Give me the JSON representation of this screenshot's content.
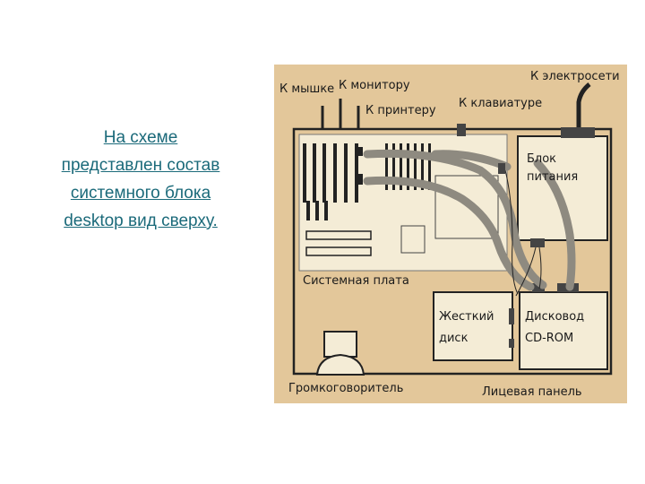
{
  "caption": {
    "line1": "На схеме",
    "line2": "представлен состав",
    "line3": "системного блока",
    "line4": "desktop вид сверху."
  },
  "diagram": {
    "labels": {
      "mouse": "К мышке",
      "monitor": "К монитору",
      "printer": "К принтеру",
      "keyboard": "К клавиатуре",
      "power_outlet": "К электросети",
      "psu_line1": "Блок",
      "psu_line2": "питания",
      "motherboard": "Системная плата",
      "hdd_line1": "Жесткий",
      "hdd_line2": "диск",
      "cdrom_line1": "Дисковод",
      "cdrom_line2": "CD-ROM",
      "speaker": "Громкоговоритель",
      "front_panel": "Лицевая панель"
    },
    "colors": {
      "background": "#e3c79a",
      "board": "#f4ecd6",
      "outline": "#222222",
      "cable": "#8e8a80"
    }
  }
}
